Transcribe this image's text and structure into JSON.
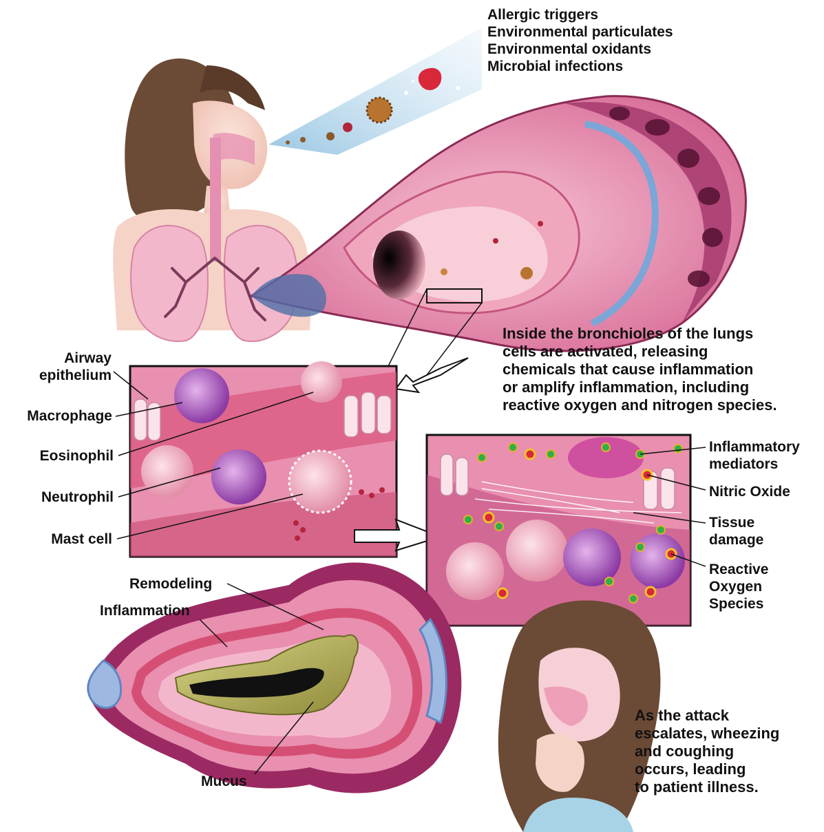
{
  "triggers": {
    "items": [
      "Allergic triggers",
      "Environmental particulates",
      "Environmental oxidants",
      "Microbial infections"
    ]
  },
  "bronchioles_caption": {
    "lines": [
      "Inside the bronchioles of the lungs",
      "cells are activated, releasing",
      "chemicals that cause inflammation",
      "or amplify inflammation, including",
      "reactive oxygen and nitrogen species."
    ]
  },
  "cell_panel": {
    "airway_epithelium": [
      "Airway",
      "epithelium"
    ],
    "macrophage": "Macrophage",
    "eosinophil": "Eosinophil",
    "neutrophil": "Neutrophil",
    "mast_cell": "Mast cell"
  },
  "mediator_panel": {
    "inflammatory_mediators": [
      "Inflammatory",
      "mediators"
    ],
    "nitric_oxide": "Nitric Oxide",
    "tissue_damage": [
      "Tissue",
      "damage"
    ],
    "reactive_oxygen": [
      "Reactive",
      "Oxygen",
      "Species"
    ]
  },
  "airway_section": {
    "remodeling": "Remodeling",
    "inflammation": "Inflammation",
    "mucus": "Mucus"
  },
  "attack_caption": {
    "lines": [
      "As the attack",
      "escalates, wheezing",
      "and coughing",
      "occurs, leading",
      "to patient illness."
    ]
  },
  "colors": {
    "tissue_pink": "#e98fb0",
    "deep_magenta": "#9b2a62",
    "lung_pink": "#f3b7cc",
    "mucus_green": "#b7b45a",
    "airway_blue": "#7aa6d8",
    "hair_brown": "#6b4a36"
  }
}
